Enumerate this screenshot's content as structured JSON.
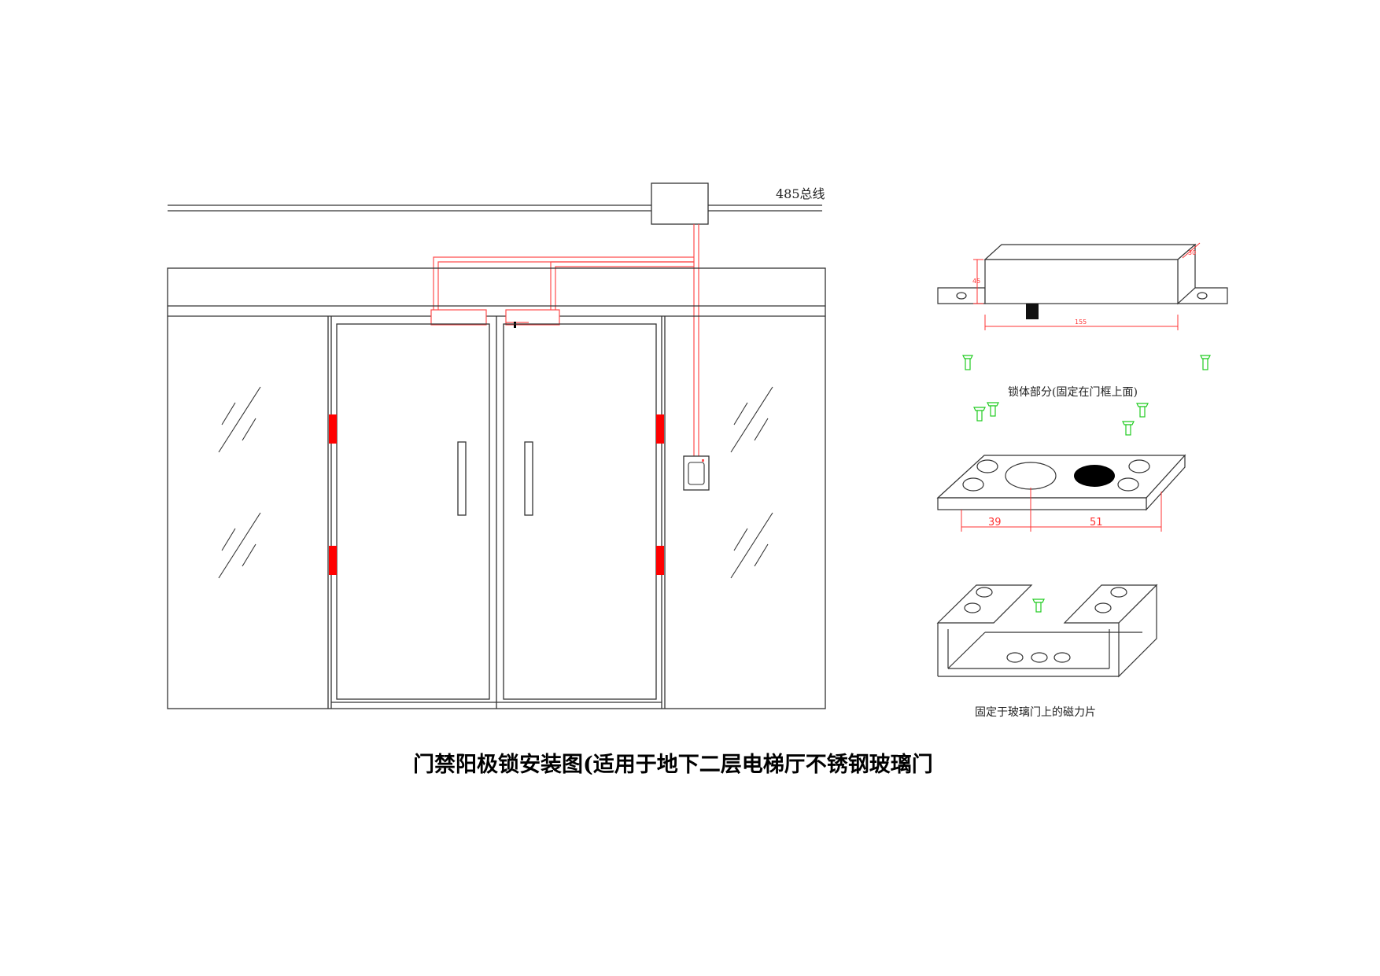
{
  "labels": {
    "bus_label": "485总线",
    "lock_body_caption": "锁体部分(固定在门框上面)",
    "magnet_caption": "固定于玻璃门上的磁力片",
    "title": "门禁阳极锁安装图(适用于地下二层电梯厅不锈钢玻璃门"
  },
  "dimensions": {
    "lock_height": "45",
    "lock_depth": "30",
    "lock_length": "155",
    "plate_left": "39",
    "plate_right": "51"
  },
  "colors": {
    "line": "#333333",
    "wire": "#ff4d4d",
    "hinge": "#ff0000",
    "screw": "#22cc22",
    "dimension": "#ff3333"
  },
  "icons": {
    "card_reader": "card-reader-icon",
    "screw": "screw-icon"
  }
}
